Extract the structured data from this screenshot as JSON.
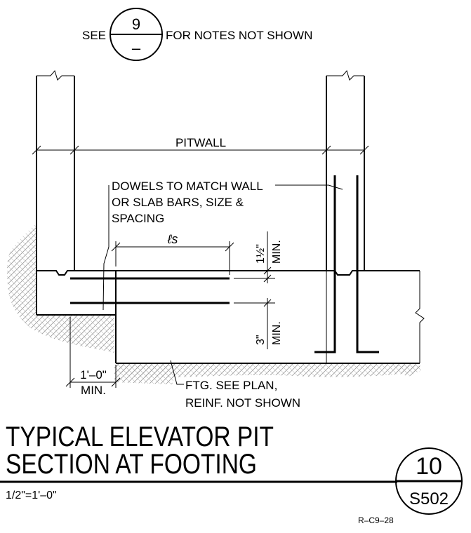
{
  "header_note": {
    "see_label": "SEE",
    "detail_number": "9",
    "detail_sheet": "–",
    "note_text": "FOR NOTES NOT SHOWN"
  },
  "labels": {
    "pitwall": "PITWALL",
    "dowels_line1": "DOWELS TO MATCH WALL",
    "dowels_line2": "OR SLAB BARS, SIZE &",
    "dowels_line3": "SPACING",
    "splice_length": "ℓs",
    "top_cover_value": "1½\"",
    "top_cover_min": "MIN.",
    "bottom_cover_value": "3\"",
    "bottom_cover_min": "MIN.",
    "projection_value": "1'–0\"",
    "projection_min": "MIN.",
    "footing_line1": "FTG. SEE PLAN,",
    "footing_line2": "REINF. NOT SHOWN"
  },
  "title_block": {
    "title_line1": "TYPICAL ELEVATOR PIT",
    "title_line2": "SECTION AT FOOTING",
    "scale": "1/2\"=1'–0\"",
    "detail_number": "10",
    "sheet_number": "S502",
    "reference": "R–C9–28"
  }
}
